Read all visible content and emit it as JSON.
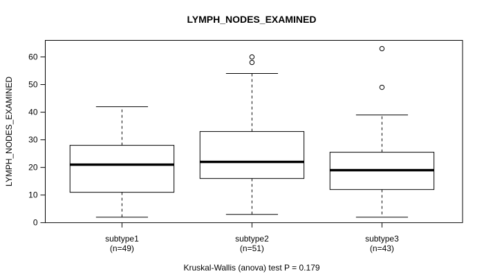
{
  "figure": {
    "background_color": "#ffffff",
    "foreground_color": "#000000"
  },
  "chart_data": {
    "type": "boxplot",
    "title": "LYMPH_NODES_EXAMINED",
    "xlabel": "",
    "ylabel": "LYMPH_NODES_EXAMINED",
    "caption": "Kruskal-Wallis (anova) test P = 0.179",
    "ylim": [
      0,
      66
    ],
    "yticks": [
      0,
      10,
      20,
      30,
      40,
      50,
      60
    ],
    "x_domain": [
      0.41,
      3.62
    ],
    "box_width": 0.8,
    "cap_width": 0.4,
    "grid": false,
    "legend": "none",
    "groups": [
      {
        "label": "subtype1",
        "sublabel": "(n=49)",
        "n": 49,
        "x": 1,
        "whisker_low": 2,
        "q1": 11,
        "median": 21,
        "q3": 28,
        "whisker_high": 42,
        "outliers": []
      },
      {
        "label": "subtype2",
        "sublabel": "(n=51)",
        "n": 51,
        "x": 2,
        "whisker_low": 3,
        "q1": 16,
        "median": 22,
        "q3": 33,
        "whisker_high": 54,
        "outliers": [
          58,
          60
        ]
      },
      {
        "label": "subtype3",
        "sublabel": "(n=43)",
        "n": 43,
        "x": 3,
        "whisker_low": 2,
        "q1": 12,
        "median": 19,
        "q3": 25.5,
        "whisker_high": 39,
        "outliers": [
          49,
          63
        ]
      }
    ],
    "colors": {
      "line": "#000000",
      "box_fill": "#ffffff",
      "background": "#ffffff"
    }
  }
}
